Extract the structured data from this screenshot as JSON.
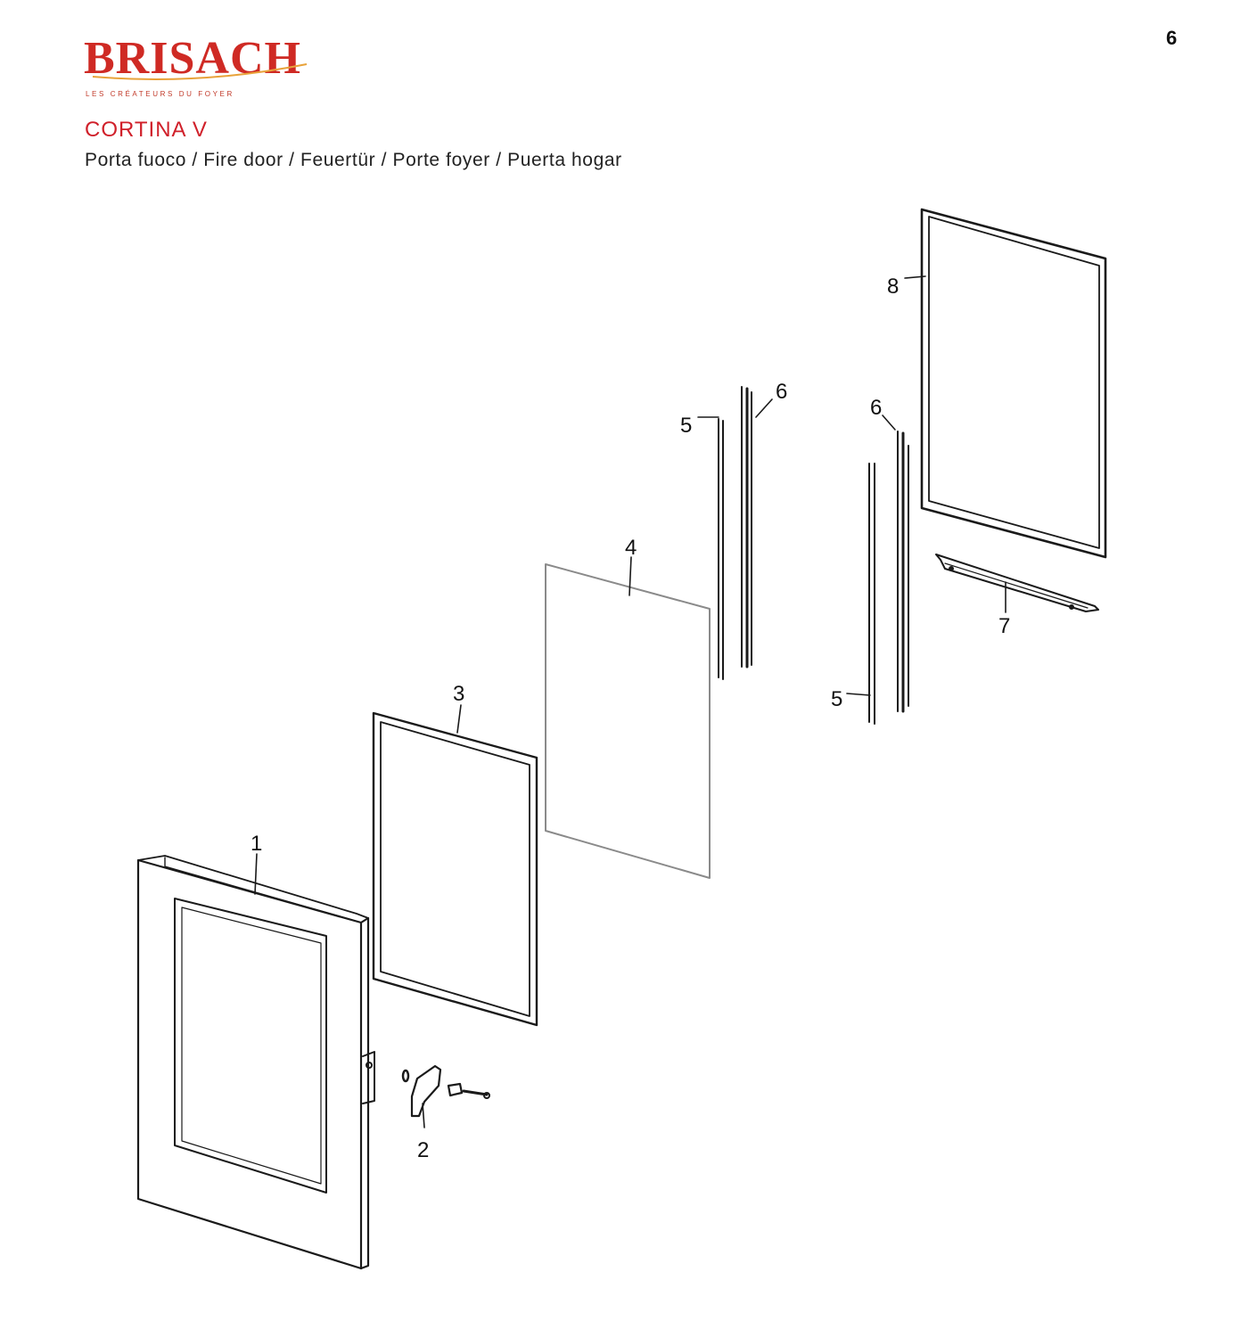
{
  "header": {
    "brand": "BRISACH",
    "brand_tagline": "LES CRÉATEURS DU FOYER",
    "page_number": "6",
    "model": "CORTINA V",
    "subtitle": "Porta fuoco / Fire door / Feuertür / Porte foyer / Puerta hogar"
  },
  "colors": {
    "brand_red": "#d0202a",
    "line": "#1a1a1a",
    "light_line": "#9a9a9a"
  },
  "callouts": {
    "p1": "1",
    "p2": "2",
    "p3": "3",
    "p4": "4",
    "p5a": "5",
    "p5b": "5",
    "p6a": "6",
    "p6b": "6",
    "p7": "7",
    "p8": "8"
  }
}
